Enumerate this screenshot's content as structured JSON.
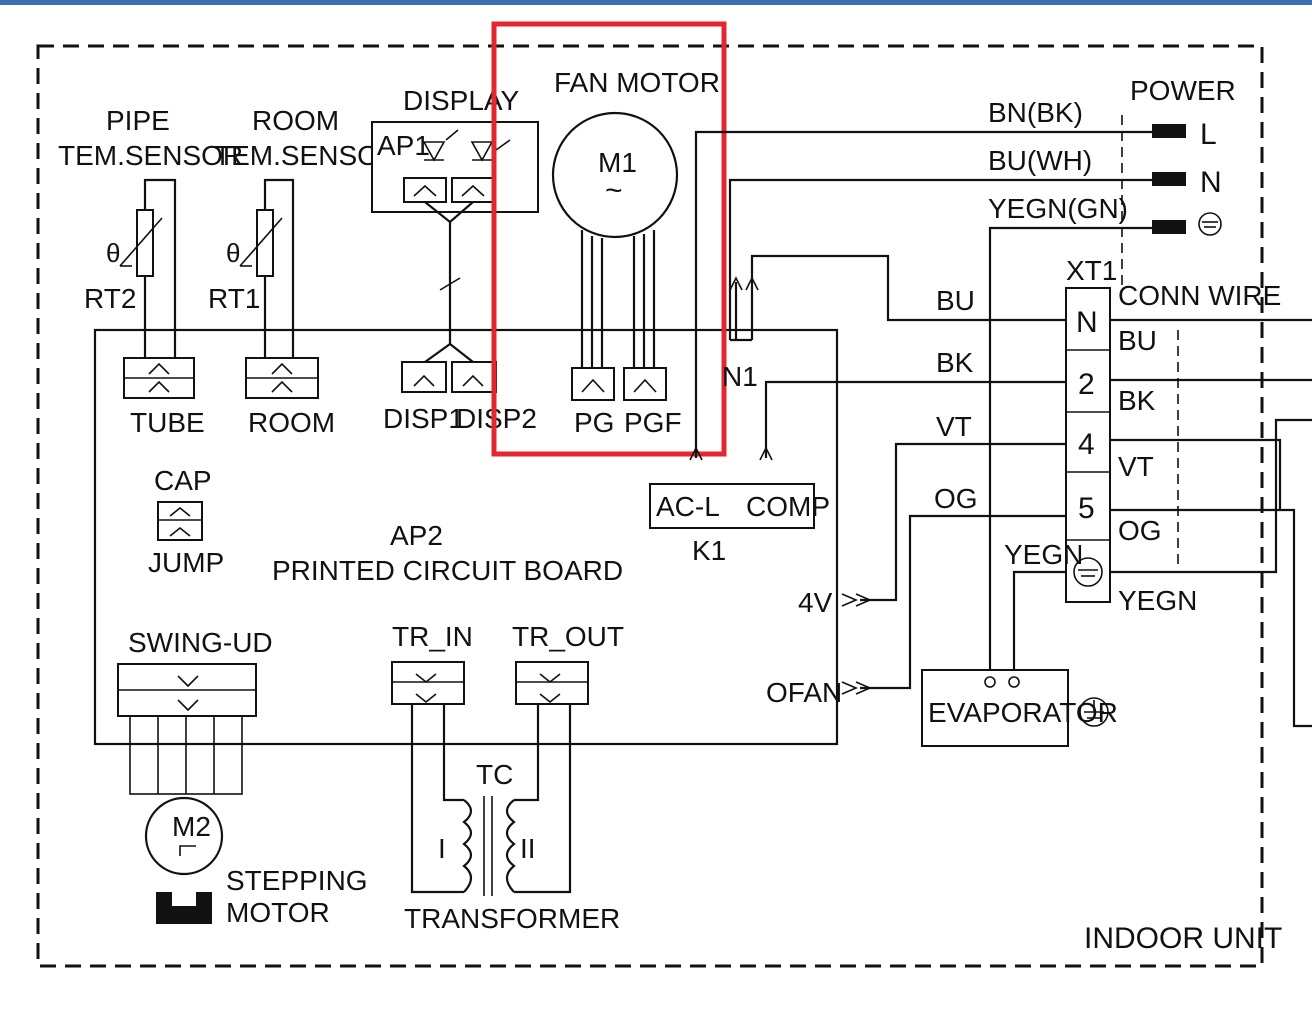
{
  "labels": {
    "pipe": "PIPE",
    "pipe_sensor": "TEM.SENSOR",
    "room": "ROOM",
    "room_sensor": "TEM.SENSOR",
    "display": "DISPLAY",
    "ap1": "AP1",
    "fan_motor": "FAN MOTOR",
    "m1": "M1",
    "m1_symbol": "~",
    "power": "POWER",
    "bn_bk": "BN(BK)",
    "bu_wh": "BU(WH)",
    "yegn_gn": "YEGN(GN)",
    "l": "L",
    "n": "N",
    "theta": "θ",
    "rt2": "RT2",
    "rt1": "RT1",
    "tube": "TUBE",
    "room_conn": "ROOM",
    "disp1": "DISP1",
    "disp2": "DISP2",
    "pg": "PG",
    "pgf": "PGF",
    "n1": "N1",
    "xt1": "XT1",
    "conn_wire": "CONN WIRE",
    "bu_left": "BU",
    "bk_left": "BK",
    "vt_left": "VT",
    "og_left": "OG",
    "yegn_left": "YEGN",
    "term_n": "N",
    "term_2": "2",
    "term_4": "4",
    "term_5": "5",
    "bu_right": "BU",
    "bk_right": "BK",
    "vt_right": "VT",
    "og_right": "OG",
    "yegn_right": "YEGN",
    "cap": "CAP",
    "jump": "JUMP",
    "ap2": "AP2",
    "pcb": "PRINTED CIRCUIT BOARD",
    "acl": "AC-L",
    "comp": "COMP",
    "k1": "K1",
    "fourv": "4V",
    "ofan": "OFAN",
    "evaporator": "EVAPORATOR",
    "swing_ud": "SWING-UD",
    "tr_in": "TR_IN",
    "tr_out": "TR_OUT",
    "tc": "TC",
    "coil1": "I",
    "coil2": "II",
    "transformer": "TRANSFORMER",
    "m2": "M2",
    "stepping": "STEPPING",
    "motor": "MOTOR",
    "indoor_unit": "INDOOR UNIT"
  },
  "colors": {
    "highlight": "#e3262f",
    "line": "#111111",
    "top_bar": "#3b6fb4"
  }
}
